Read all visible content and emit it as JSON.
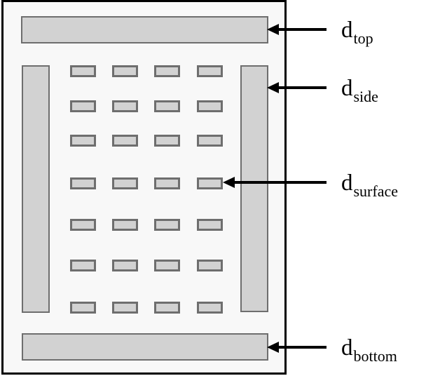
{
  "colors": {
    "bar_fill": "#d2d2d2",
    "bar_border": "#6e6e6e",
    "box_background": "#f8f8f8",
    "box_border": "#000000",
    "arrow": "#000000",
    "label_text": "#000000"
  },
  "surface_grid": {
    "rows": 7,
    "cols": 4
  },
  "labels": [
    {
      "id": "d-top",
      "base": "d",
      "sub": "top"
    },
    {
      "id": "d-side",
      "base": "d",
      "sub": "side"
    },
    {
      "id": "d-surface",
      "base": "d",
      "sub": "surface"
    },
    {
      "id": "d-bottom",
      "base": "d",
      "sub": "bottom"
    }
  ]
}
